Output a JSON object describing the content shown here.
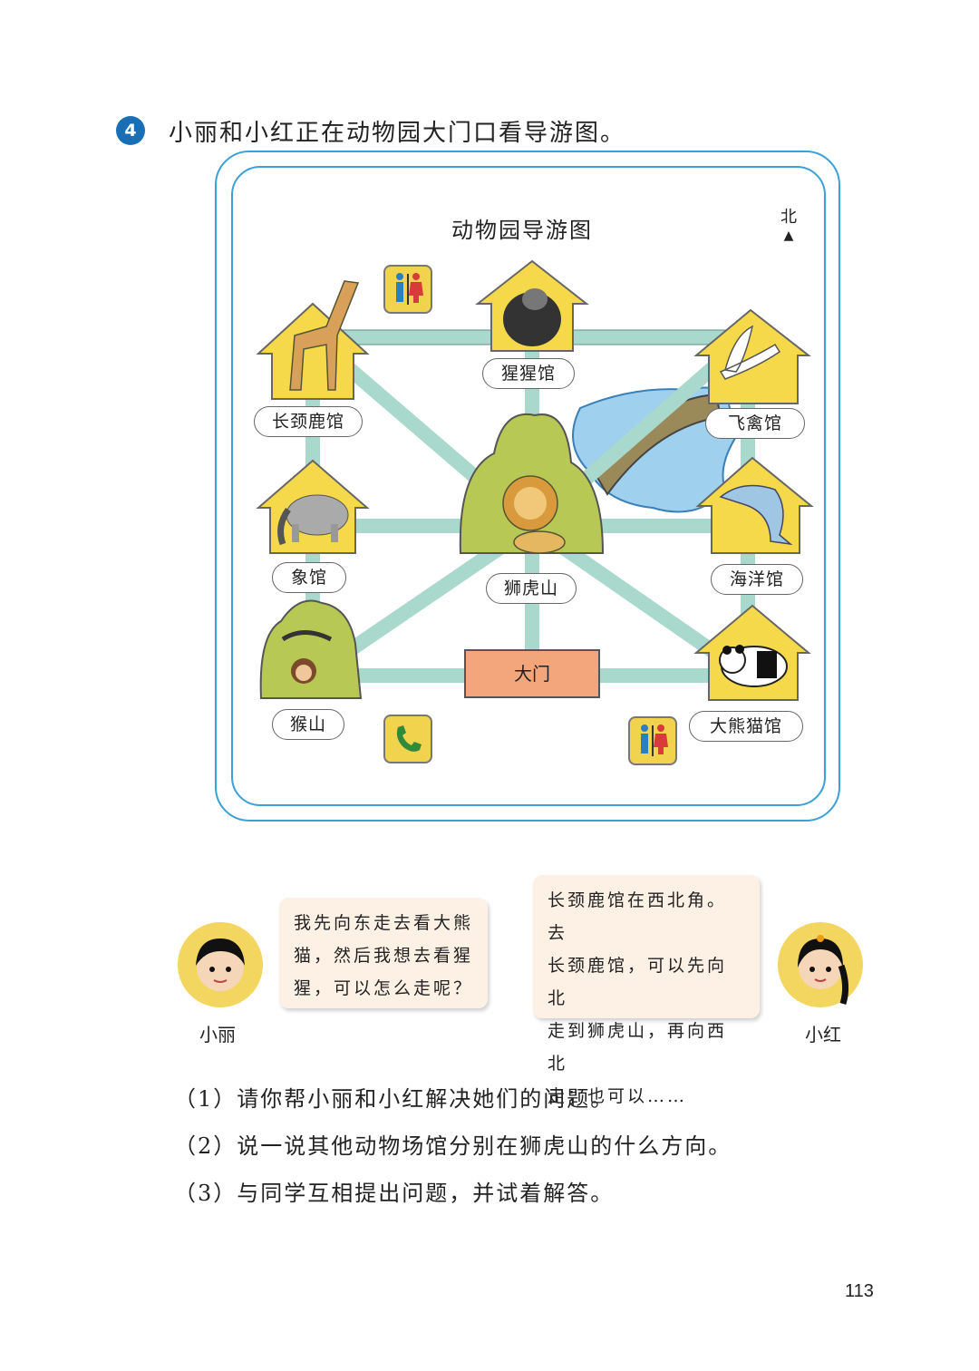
{
  "question": {
    "number": "4",
    "text": "小丽和小红正在动物园大门口看导游图。"
  },
  "map": {
    "title": "动物园导游图",
    "north": "北",
    "venues": {
      "giraffe": "长颈鹿馆",
      "gorilla": "猩猩馆",
      "bird": "飞禽馆",
      "elephant": "象馆",
      "lion": "狮虎山",
      "ocean": "海洋馆",
      "monkey": "猴山",
      "panda": "大熊猫馆"
    },
    "gate": "大门"
  },
  "dialogue": {
    "xiaoli": {
      "name": "小丽",
      "lines": [
        "我先向东走去看大熊",
        "猫，然后我想去看猩",
        "猩，可以怎么走呢？"
      ]
    },
    "xiaohong": {
      "name": "小红",
      "lines": [
        "长颈鹿馆在西北角。去",
        "长颈鹿馆，可以先向北",
        "走到狮虎山，再向西北",
        "走；也可以……"
      ]
    }
  },
  "subquestions": [
    "（1）请你帮小丽和小红解决她们的问题。",
    "（2）说一说其他动物场馆分别在狮虎山的什么方向。",
    "（3）与同学互相提出问题，并试着解答。"
  ],
  "page_number": "113"
}
